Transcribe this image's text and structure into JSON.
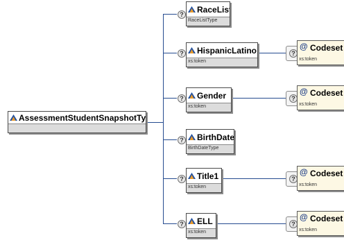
{
  "root": {
    "name": "AssessmentStudentSnapshotType"
  },
  "optional_marker": "?",
  "attribute_marker": "@",
  "elements": [
    {
      "name": "RaceList",
      "type": "RaceListType"
    },
    {
      "name": "HispanicLatino",
      "type": "xs:token",
      "attribute": {
        "name": "Codeset",
        "type": "xs:token"
      }
    },
    {
      "name": "Gender",
      "type": "xs:token",
      "attribute": {
        "name": "Codeset",
        "type": "xs:token"
      }
    },
    {
      "name": "BirthDate",
      "type": "BirthDateType"
    },
    {
      "name": "Title1",
      "type": "xs:token",
      "attribute": {
        "name": "Codeset",
        "type": "xs:token"
      }
    },
    {
      "name": "ELL",
      "type": "xs:token",
      "attribute": {
        "name": "Codeset",
        "type": "xs:token"
      }
    }
  ],
  "colors": {
    "connector": "#244a8f",
    "attribute_background": "#fdf8e4",
    "type_band": "#dcdcdc",
    "icon_blue": "#1f4fa0",
    "icon_orange": "#e89a2c"
  }
}
